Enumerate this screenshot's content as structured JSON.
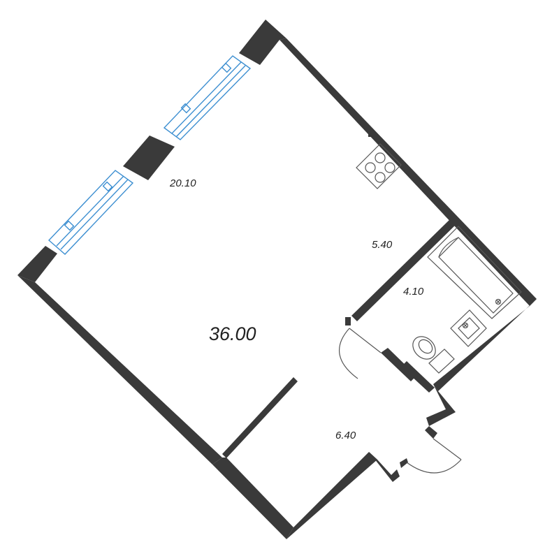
{
  "plan": {
    "total_area": "36.00",
    "rooms": [
      {
        "id": "living",
        "area": "20.10"
      },
      {
        "id": "kitchen",
        "area": "5.40"
      },
      {
        "id": "bathroom",
        "area": "4.10"
      },
      {
        "id": "hallway",
        "area": "6.40"
      }
    ]
  },
  "colors": {
    "wall": "#3a3a3a",
    "window": "#3d8fd1",
    "background": "#ffffff"
  },
  "icons": [
    "stove-icon",
    "bathtub-icon",
    "sink-icon",
    "toilet-icon",
    "entry-door-icon",
    "bathroom-door-icon"
  ]
}
